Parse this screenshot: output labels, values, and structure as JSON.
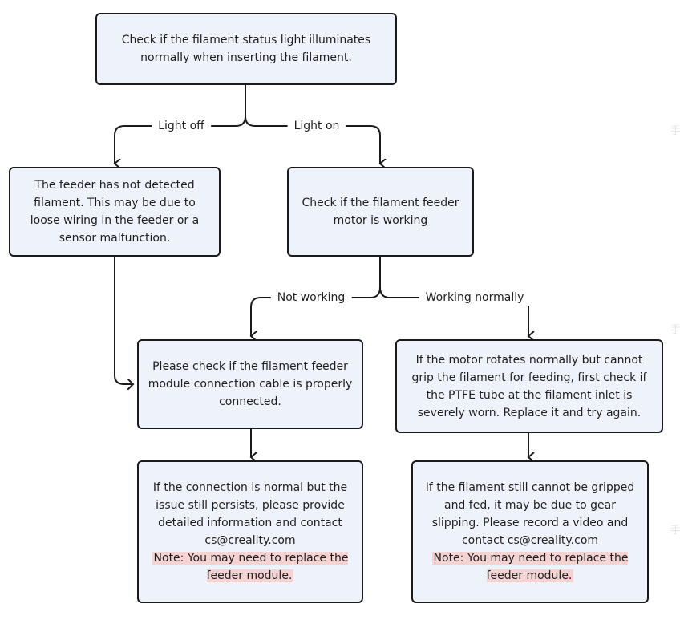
{
  "nodes": {
    "start": {
      "text": "Check if the filament status light illuminates normally when inserting the filament."
    },
    "light_off": {
      "text": "The feeder has not detected filament. This may be due to loose wiring in the feeder or a sensor malfunction."
    },
    "light_on": {
      "text": "Check if the filament feeder motor is working"
    },
    "check_cable": {
      "text": "Please check if the filament feeder module connection cable is properly connected."
    },
    "check_ptfe": {
      "text": "If the motor rotates normally but cannot grip the filament for feeding, first check if the PTFE tube at the filament inlet is severely worn. Replace it and try again."
    },
    "contact_left": {
      "text": "If the connection is normal but the issue still persists, please provide detailed information and contact cs@creality.com",
      "note": "Note: You may need to replace the feeder module."
    },
    "contact_right": {
      "text": "If the filament still cannot be gripped and fed, it may be due to gear slipping. Please record a video and contact cs@creality.com",
      "note": "Note: You may need to replace the feeder module."
    }
  },
  "edges": {
    "light_off": "Light off",
    "light_on": "Light on",
    "not_working": "Not working",
    "working_normally": "Working normally"
  },
  "watermark": [
    "手",
    "手",
    "手"
  ],
  "colors": {
    "box_fill": "#eef2fb",
    "border": "#1a1a1a",
    "note_highlight": "#f6d3d3"
  }
}
